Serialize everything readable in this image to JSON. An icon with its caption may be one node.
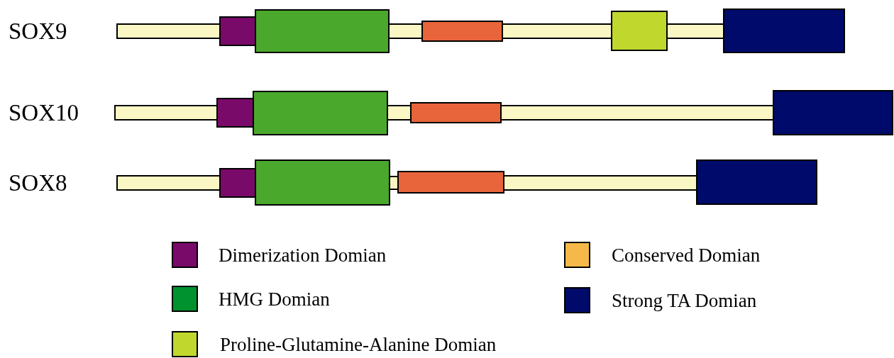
{
  "diagram": {
    "labels": [
      "SOX9",
      "SOX10",
      "SOX8"
    ],
    "legend": [
      {
        "text": "Dimerization Domian",
        "color": "#7a0a6a"
      },
      {
        "text": "HMG Domian",
        "color": "#00922e"
      },
      {
        "text": "Proline-Glutamine-Alanine Domian",
        "color": "#c0d72e"
      },
      {
        "text": "Conserved Domian",
        "color": "#f5b94a"
      },
      {
        "text": "Strong TA Domian",
        "color": "#000a6a"
      }
    ]
  }
}
